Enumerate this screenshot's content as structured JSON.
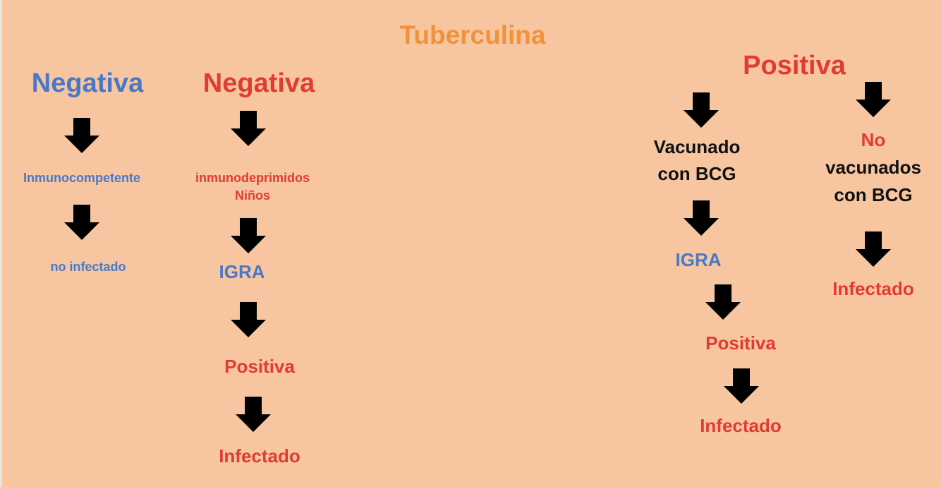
{
  "title": "Tuberculina",
  "left_branch": {
    "heading": "Negativa",
    "step1": "Inmunocompetente",
    "step2": "no infectado"
  },
  "middle_branch": {
    "heading": "Negativa",
    "step1_line1": "inmunodeprimidos",
    "step1_line2": "Niños",
    "step2": "IGRA",
    "step3": "Positiva",
    "step4": "Infectado"
  },
  "right_branch": {
    "heading": "Positiva",
    "vaccinated": {
      "label_line1": "Vacunado",
      "label_line2": "con BCG",
      "step2": "IGRA",
      "step3": "Positiva",
      "step4": "Infectado"
    },
    "unvaccinated": {
      "label_line1": "No",
      "label_line2": "vacunados",
      "label_line3": "con BCG",
      "step2": "Infectado"
    }
  },
  "colors": {
    "background": "#f7c6a1",
    "title": "#f0923a",
    "blue": "#4a78c6",
    "red": "#e03c31",
    "arrow": "#000000"
  },
  "icons": {
    "arrow": "arrow-down-icon"
  }
}
